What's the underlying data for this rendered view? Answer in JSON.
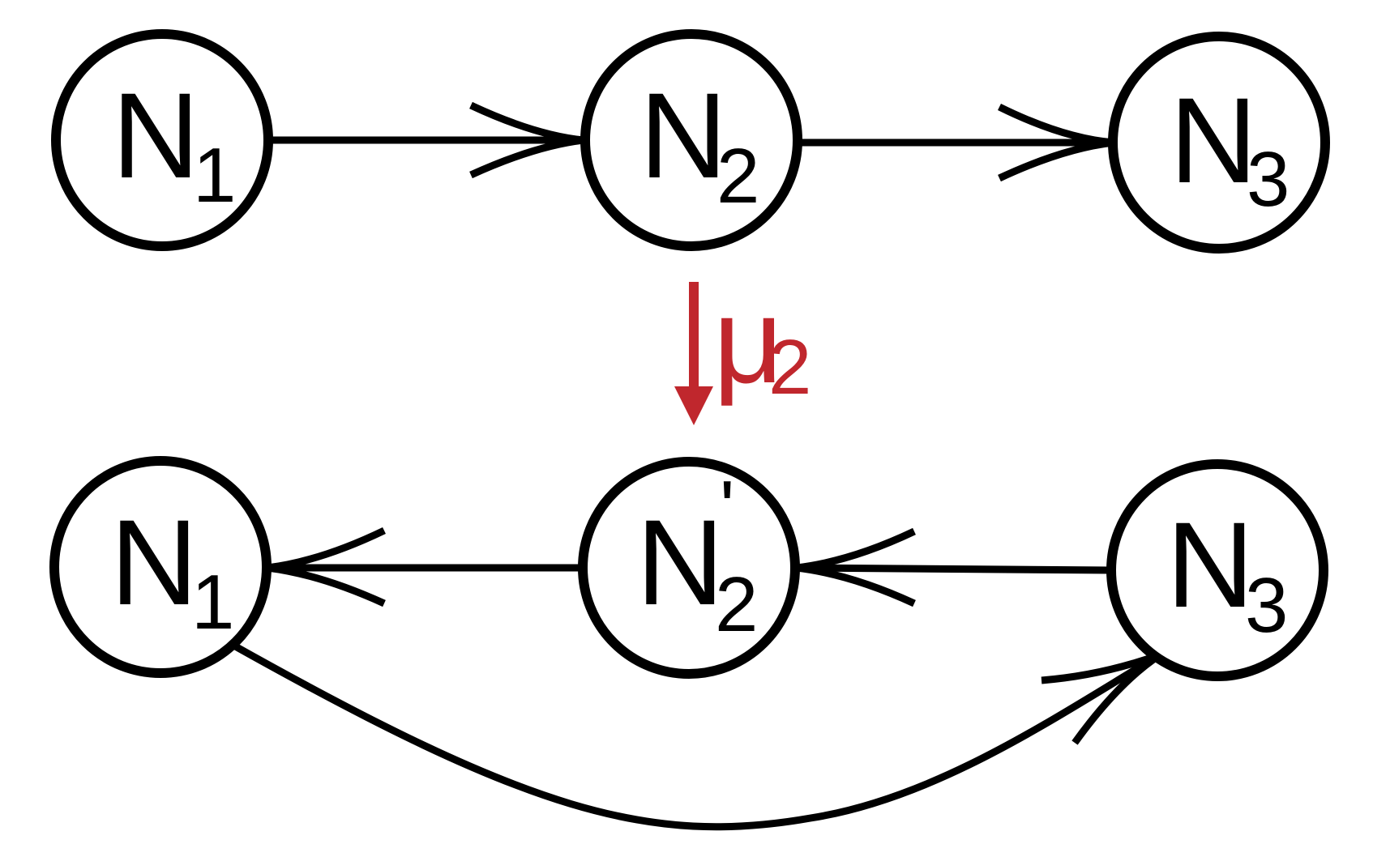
{
  "quiver_top": {
    "nodes": [
      {
        "label": "N",
        "subscript": "1"
      },
      {
        "label": "N",
        "subscript": "2"
      },
      {
        "label": "N",
        "subscript": "3"
      }
    ],
    "edges": [
      {
        "from": "N1",
        "to": "N2"
      },
      {
        "from": "N2",
        "to": "N3"
      }
    ]
  },
  "mutation": {
    "label": "μ",
    "subscript": "2",
    "color": "#c0272d"
  },
  "quiver_bottom": {
    "nodes": [
      {
        "label": "N",
        "subscript": "1"
      },
      {
        "label": "N",
        "subscript": "2",
        "prime": "'"
      },
      {
        "label": "N",
        "subscript": "3"
      }
    ],
    "edges": [
      {
        "from": "N2'",
        "to": "N1"
      },
      {
        "from": "N3",
        "to": "N2'"
      },
      {
        "from": "N1",
        "to": "N3"
      }
    ]
  }
}
